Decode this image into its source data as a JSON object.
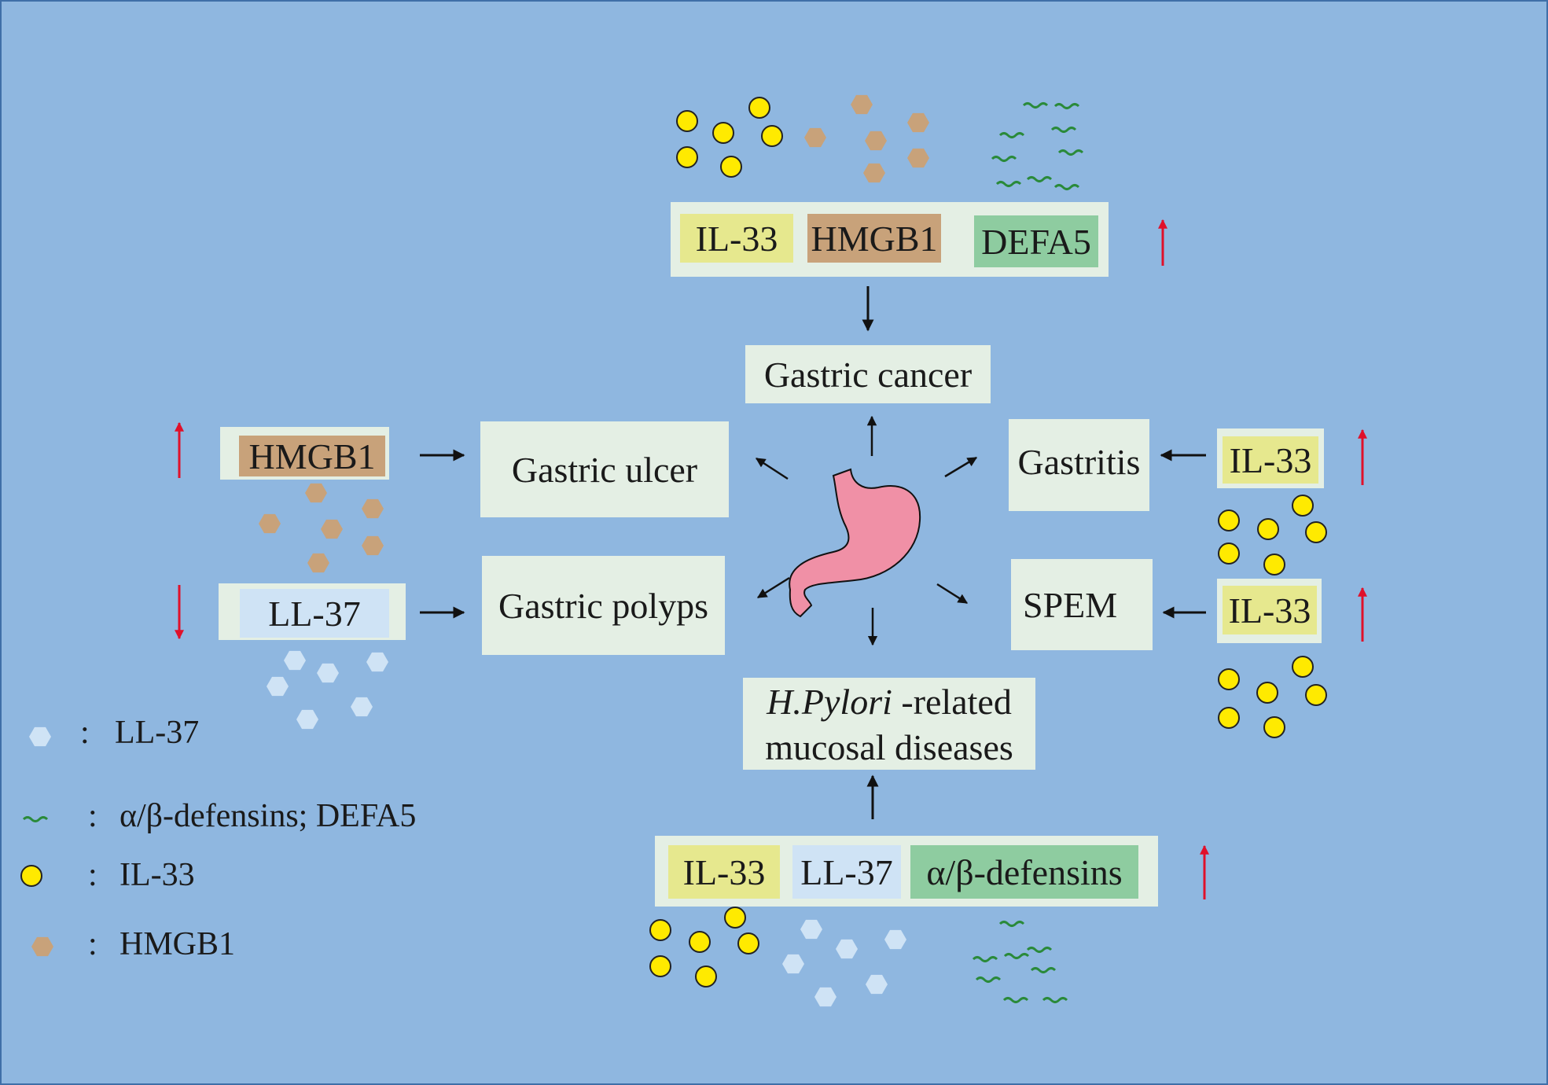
{
  "cancer_panel": {
    "markers": [
      "IL-33",
      "HMGB1",
      "DEFA5"
    ],
    "disease": "Gastric cancer"
  },
  "ulcer_panel": {
    "marker": "HMGB1",
    "disease": "Gastric ulcer"
  },
  "polyp_panel": {
    "marker": "LL-37",
    "disease": "Gastric polyps"
  },
  "gastritis_panel": {
    "marker": "IL-33",
    "disease": "Gastritis"
  },
  "spem_panel": {
    "marker": "IL-33",
    "disease": "SPEM"
  },
  "hpylori_panel": {
    "disease_italic": "H.Pylori",
    "disease_rest": " -related",
    "disease_line2": "mucosal diseases",
    "markers": [
      "IL-33",
      "LL-37",
      "α/β-defensins"
    ]
  },
  "legend": [
    {
      "symbol": "LL-37",
      "label": "LL-37"
    },
    {
      "symbol": "defensin",
      "label": "α/β-defensins; DEFA5"
    },
    {
      "symbol": "IL-33",
      "label": "IL-33"
    },
    {
      "symbol": "HMGB1",
      "label": "HMGB1"
    }
  ],
  "legend_separator": ":",
  "colors": {
    "background": "#8fb7e0",
    "box": "#e4efe4",
    "il33": "#e6e88e",
    "hmgb1": "#c8a27a",
    "ll37": "#cfe3f5",
    "defensin": "#8ecca0",
    "up_arrow": "#e0102a",
    "stomach": "#f090a6"
  }
}
